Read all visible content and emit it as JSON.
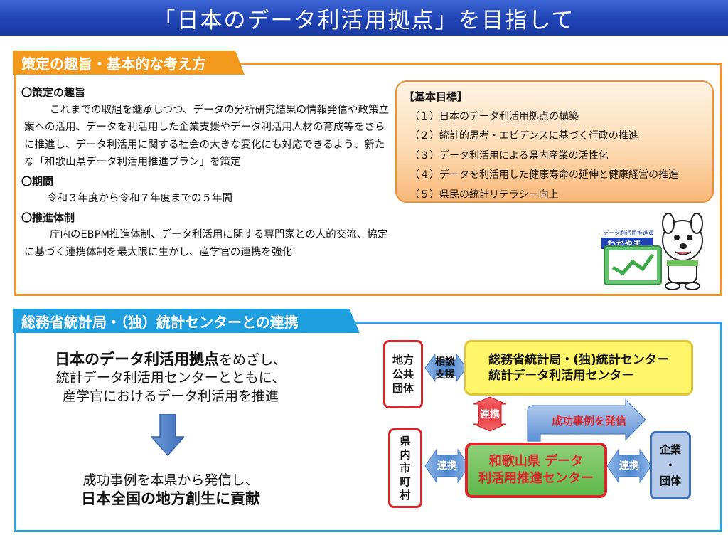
{
  "title": "「日本のデータ利活用拠点」を目指して",
  "section1": {
    "tab": "策定の趣旨・基本的な考え方",
    "purpose_heading": "〇策定の趣旨",
    "purpose_text": "これまでの取組を継承しつつ、データの分析研究結果の情報発信や政策立案への活用、データを利活用した企業支援やデータ利活用人材の育成等をさらに推進し、データ利活用に関する社会の大きな変化にも対応できるよう、新たな「和歌山県データ利活用推進プラン」を策定",
    "period_heading": "〇期間",
    "period_text": "令和３年度から令和７年度までの５年間",
    "system_heading": "〇推進体制",
    "system_text": "庁内のEBPM推進体制、データ利活用に関する専門家との人的交流、協定に基づく連携体制を最大限に生かし、産学官の連携を強化",
    "goals": {
      "heading": "【基本目標】",
      "items": [
        "（１）日本のデータ利活用拠点の構築",
        "（２）統計的思考・エビデンスに基づく行政の推進",
        "（３）データ利活用による県内産業の活性化",
        "（４）データを利活用した健康寿命の延伸と健康経営の推進",
        "（５）県民の統計リテラシー向上"
      ]
    },
    "mascot": {
      "sign_small": "データ利活用推進員",
      "sign_big": "わかやま"
    }
  },
  "section2": {
    "tab": "総務省統計局・（独）統計センターとの連携",
    "lead_line1_bold": "日本のデータ利活用拠点",
    "lead_line1_rest": "をめざし、",
    "lead_line2": "統計データ利活用センターとともに、",
    "lead_line3": "産学官におけるデータ利活用を推進",
    "result_line1": "成功事例を本県から発信し、",
    "result_line2": "日本全国の地方創生に貢献",
    "diagram": {
      "local_gov": [
        "地方",
        "公共",
        "団体"
      ],
      "consult": [
        "相談",
        "支援"
      ],
      "stat_bureau": [
        "総務省統計局・(独)統計センター",
        "統計データ利活用センター"
      ],
      "renkei": "連携",
      "success": "成功事例を発信",
      "municipalities": [
        "県",
        "内",
        "市",
        "町",
        "村"
      ],
      "wakayama_center": [
        "和歌山県 データ",
        "利活用推進センター"
      ],
      "companies": [
        "企業",
        "・",
        "団体"
      ]
    }
  },
  "colors": {
    "orange": "#f39a1e",
    "blue": "#1f9fe0",
    "red": "#d9262b",
    "title_blue": "#1f43b4"
  }
}
